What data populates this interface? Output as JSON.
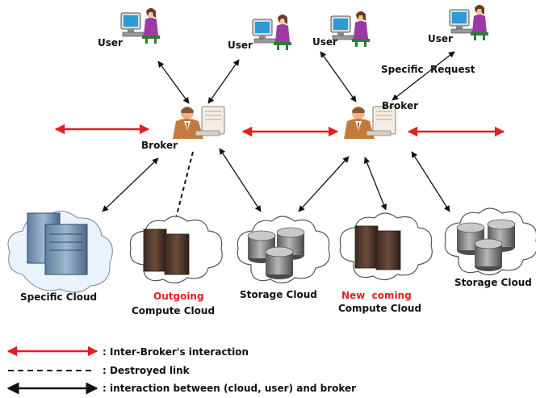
{
  "labels": {
    "user_1": "User",
    "user_2": "User",
    "user_3": "User",
    "user_4": "User",
    "specific_request": "Specific  Request",
    "broker_left": "Broker",
    "broker_right": "Broker",
    "specific_cloud": "Specific Cloud",
    "outgoing": "Outgoing",
    "outgoing_compute": "Compute Cloud",
    "storage_cloud_1": "Storage Cloud",
    "new_coming": "New  coming",
    "new_coming_compute": "Compute Cloud",
    "storage_cloud_2": "Storage Cloud"
  },
  "legend": {
    "inter_broker": ": Inter-Broker's interaction",
    "destroyed_link": ": Destroyed link",
    "interaction": ": interaction between (cloud, user) and broker"
  },
  "colors": {
    "inter_broker_arrow": "#e02020",
    "interaction_arrow": "#111111",
    "label_red": "#e02020"
  }
}
